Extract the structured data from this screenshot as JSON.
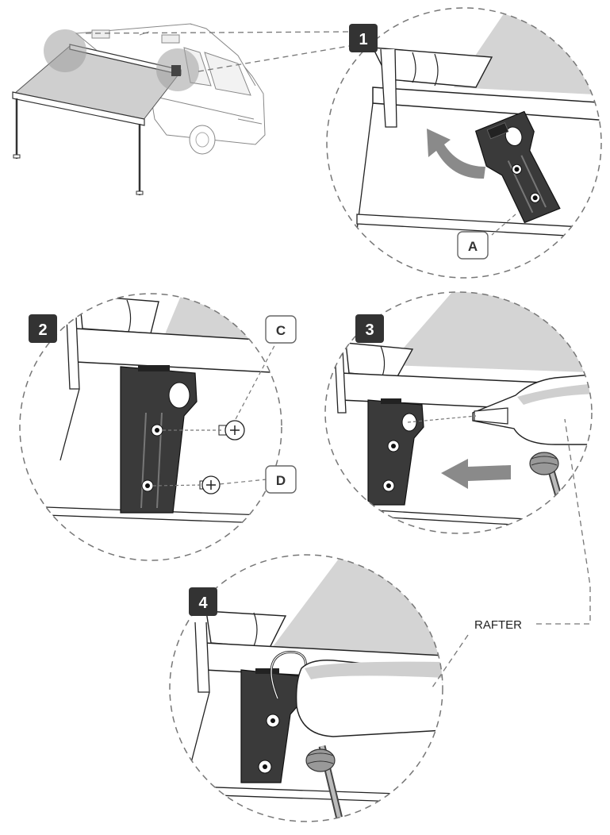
{
  "steps": [
    {
      "number": "1"
    },
    {
      "number": "2"
    },
    {
      "number": "3"
    },
    {
      "number": "4"
    }
  ],
  "labels": {
    "a": "A",
    "c": "C",
    "d": "D",
    "rafter": "RAFTER"
  },
  "colors": {
    "badge_fill": "#333333",
    "badge_text": "#ffffff",
    "bracket": "#3a3a3a",
    "canopy": "#d4d4d4",
    "arrow": "#8a8a8a",
    "highlight": "#bbbbbb",
    "outline": "#222222",
    "dash": "#777777"
  }
}
